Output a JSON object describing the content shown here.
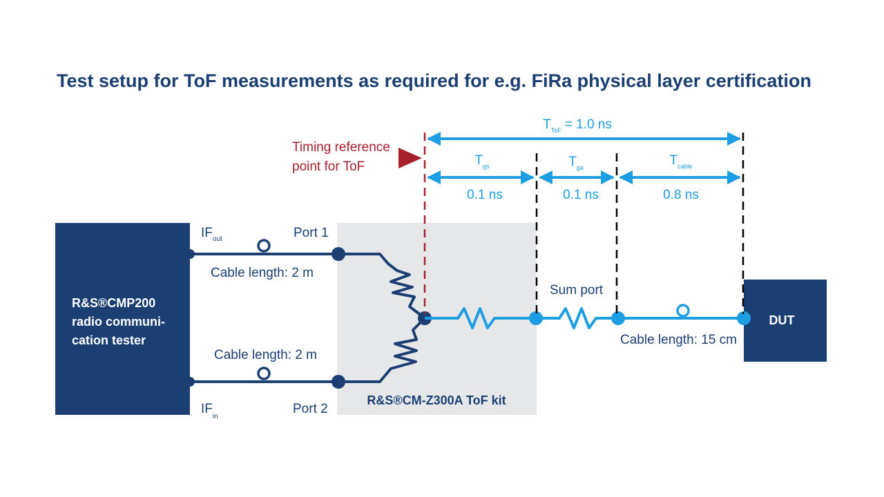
{
  "title": "Test setup for ToF measurements as required for e.g. FiRa physical layer certification",
  "colors": {
    "navy": "#1b3f73",
    "accent_blue": "#1d9ee3",
    "reference_red": "#a8202c",
    "kit_background": "#e6e7e8"
  },
  "tester": {
    "lines": [
      "R&S®CMP200",
      "radio communi-",
      "cation tester"
    ]
  },
  "ports": {
    "if_out": {
      "main": "IF",
      "sub": "out"
    },
    "if_in": {
      "main": "IF",
      "sub": "in"
    },
    "port1": "Port 1",
    "port2": "Port 2"
  },
  "cables": {
    "top": "Cable length: 2 m",
    "bottom": "Cable length: 2 m",
    "dut": "Cable length: 15 cm"
  },
  "kit_label": "R&S®CM-Z300A ToF kit",
  "sum_port": "Sum port",
  "dut": "DUT",
  "timing_reference": [
    "Timing reference",
    "point for ToF"
  ],
  "timing": {
    "total": {
      "main": "T",
      "sub": "ToF",
      "value": "= 1.0 ns"
    },
    "segments": [
      {
        "main": "T",
        "sub": "gs",
        "value": "0.1 ns"
      },
      {
        "main": "T",
        "sub": "ga",
        "value": "0.1 ns"
      },
      {
        "main": "T",
        "sub": "cable",
        "value": "0.8 ns"
      }
    ]
  }
}
